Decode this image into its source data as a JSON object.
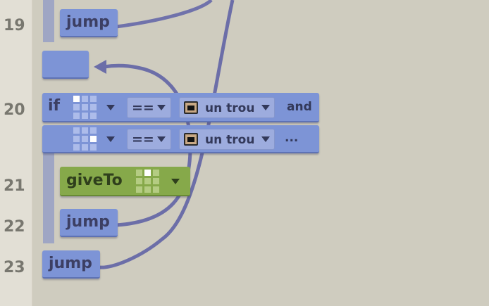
{
  "line_numbers": [
    "19",
    "20",
    "21",
    "22",
    "23"
  ],
  "blocks": {
    "jump_19": {
      "label": "jump"
    },
    "empty_target": {
      "label": ""
    },
    "if_row": {
      "keyword": "if",
      "operator": "==",
      "value_label": "un trou",
      "connector": "and"
    },
    "cond_row2": {
      "operator": "==",
      "value_label": "un trou",
      "connector": "..."
    },
    "giveTo_21": {
      "label": "giveTo"
    },
    "jump_22": {
      "label": "jump"
    },
    "jump_23": {
      "label": "jump"
    }
  },
  "colors": {
    "background": "#cfccbf",
    "gutter": "#e2dfd5",
    "blue_block": "#7d94d6",
    "green_block": "#86a94a",
    "wire": "#6c6ea8"
  },
  "icons": {
    "direction_grid": "grid-3x3-direction-icon",
    "hole": "hole-tile-icon",
    "dropdown": "chevron-down-icon"
  }
}
